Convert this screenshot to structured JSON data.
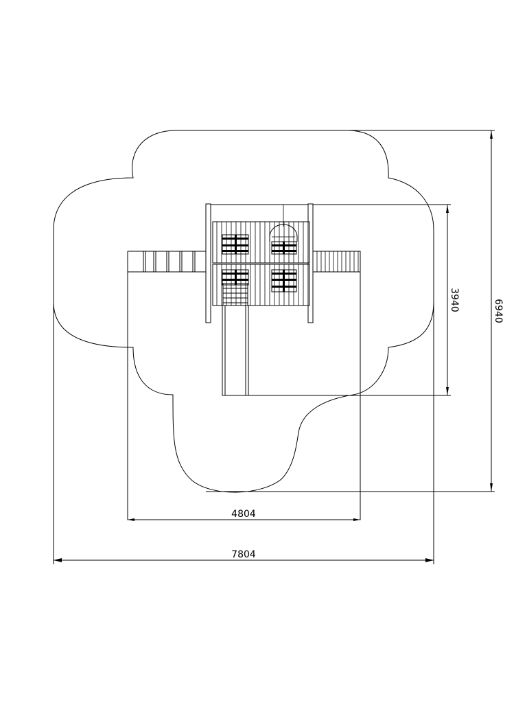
{
  "dimensions": {
    "overall_width": "7804",
    "structure_width": "4804",
    "structure_depth": "3940",
    "overall_depth": "6940"
  }
}
